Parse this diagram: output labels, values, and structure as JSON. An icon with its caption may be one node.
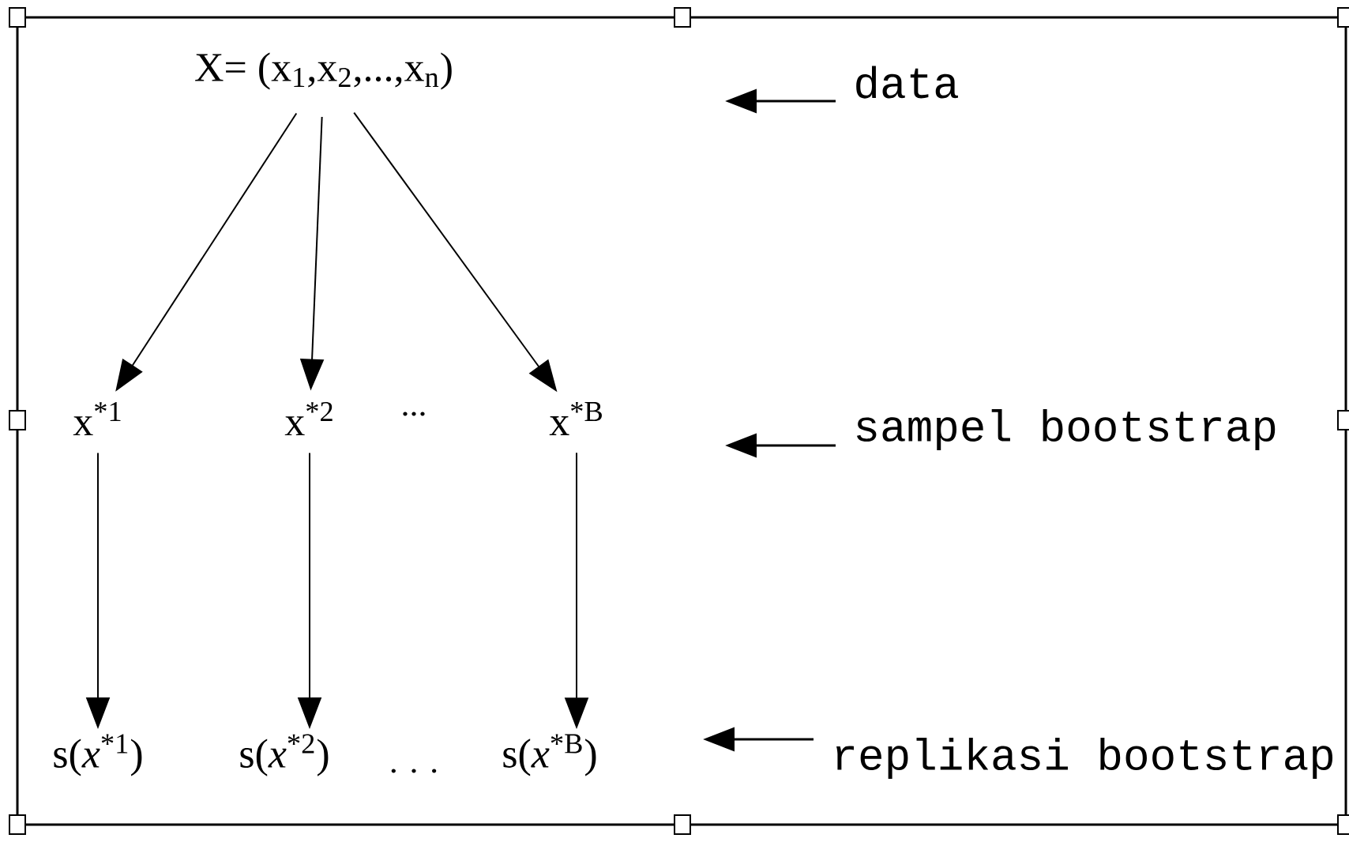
{
  "diagram": {
    "nodes": [
      {
        "text": [
          "X= (x$_{1}$,x$_{2}$,...,x$_{n}$)"
        ]
      },
      {
        "text": [
          "x$^{*1}$"
        ]
      },
      {
        "text": [
          "x$^{*2}$"
        ]
      },
      {
        "text": [
          "x$^{*B}$"
        ]
      },
      {
        "text": [
          "s(*x*$^{*1}$)"
        ]
      },
      {
        "text": [
          "s(*x*$^{*2}$)"
        ]
      },
      {
        "text": [
          "s(*x*$^{*B}$)"
        ]
      },
      {
        "text": [
          "data"
        ]
      },
      {
        "text": [
          "sampel bootstrap"
        ]
      },
      {
        "text": [
          "replikasi bootstrap"
        ]
      }
    ],
    "edges": [
      {
        "from": 0,
        "to": 1,
        "arrow": "to"
      },
      {
        "from": 0,
        "to": 2,
        "arrow": "to"
      },
      {
        "from": 0,
        "to": 3,
        "arrow": "to"
      },
      {
        "from": 1,
        "to": 4,
        "arrow": "to"
      },
      {
        "from": 2,
        "to": 5,
        "arrow": "to"
      },
      {
        "from": 3,
        "to": 6,
        "arrow": "to"
      },
      {
        "from": 7,
        "to": null,
        "arrow": "to"
      },
      {
        "from": 8,
        "to": null,
        "arrow": "to"
      },
      {
        "from": 9,
        "to": null,
        "arrow": "to"
      }
    ],
    "labels": [
      "...",
      ". . ."
    ]
  }
}
